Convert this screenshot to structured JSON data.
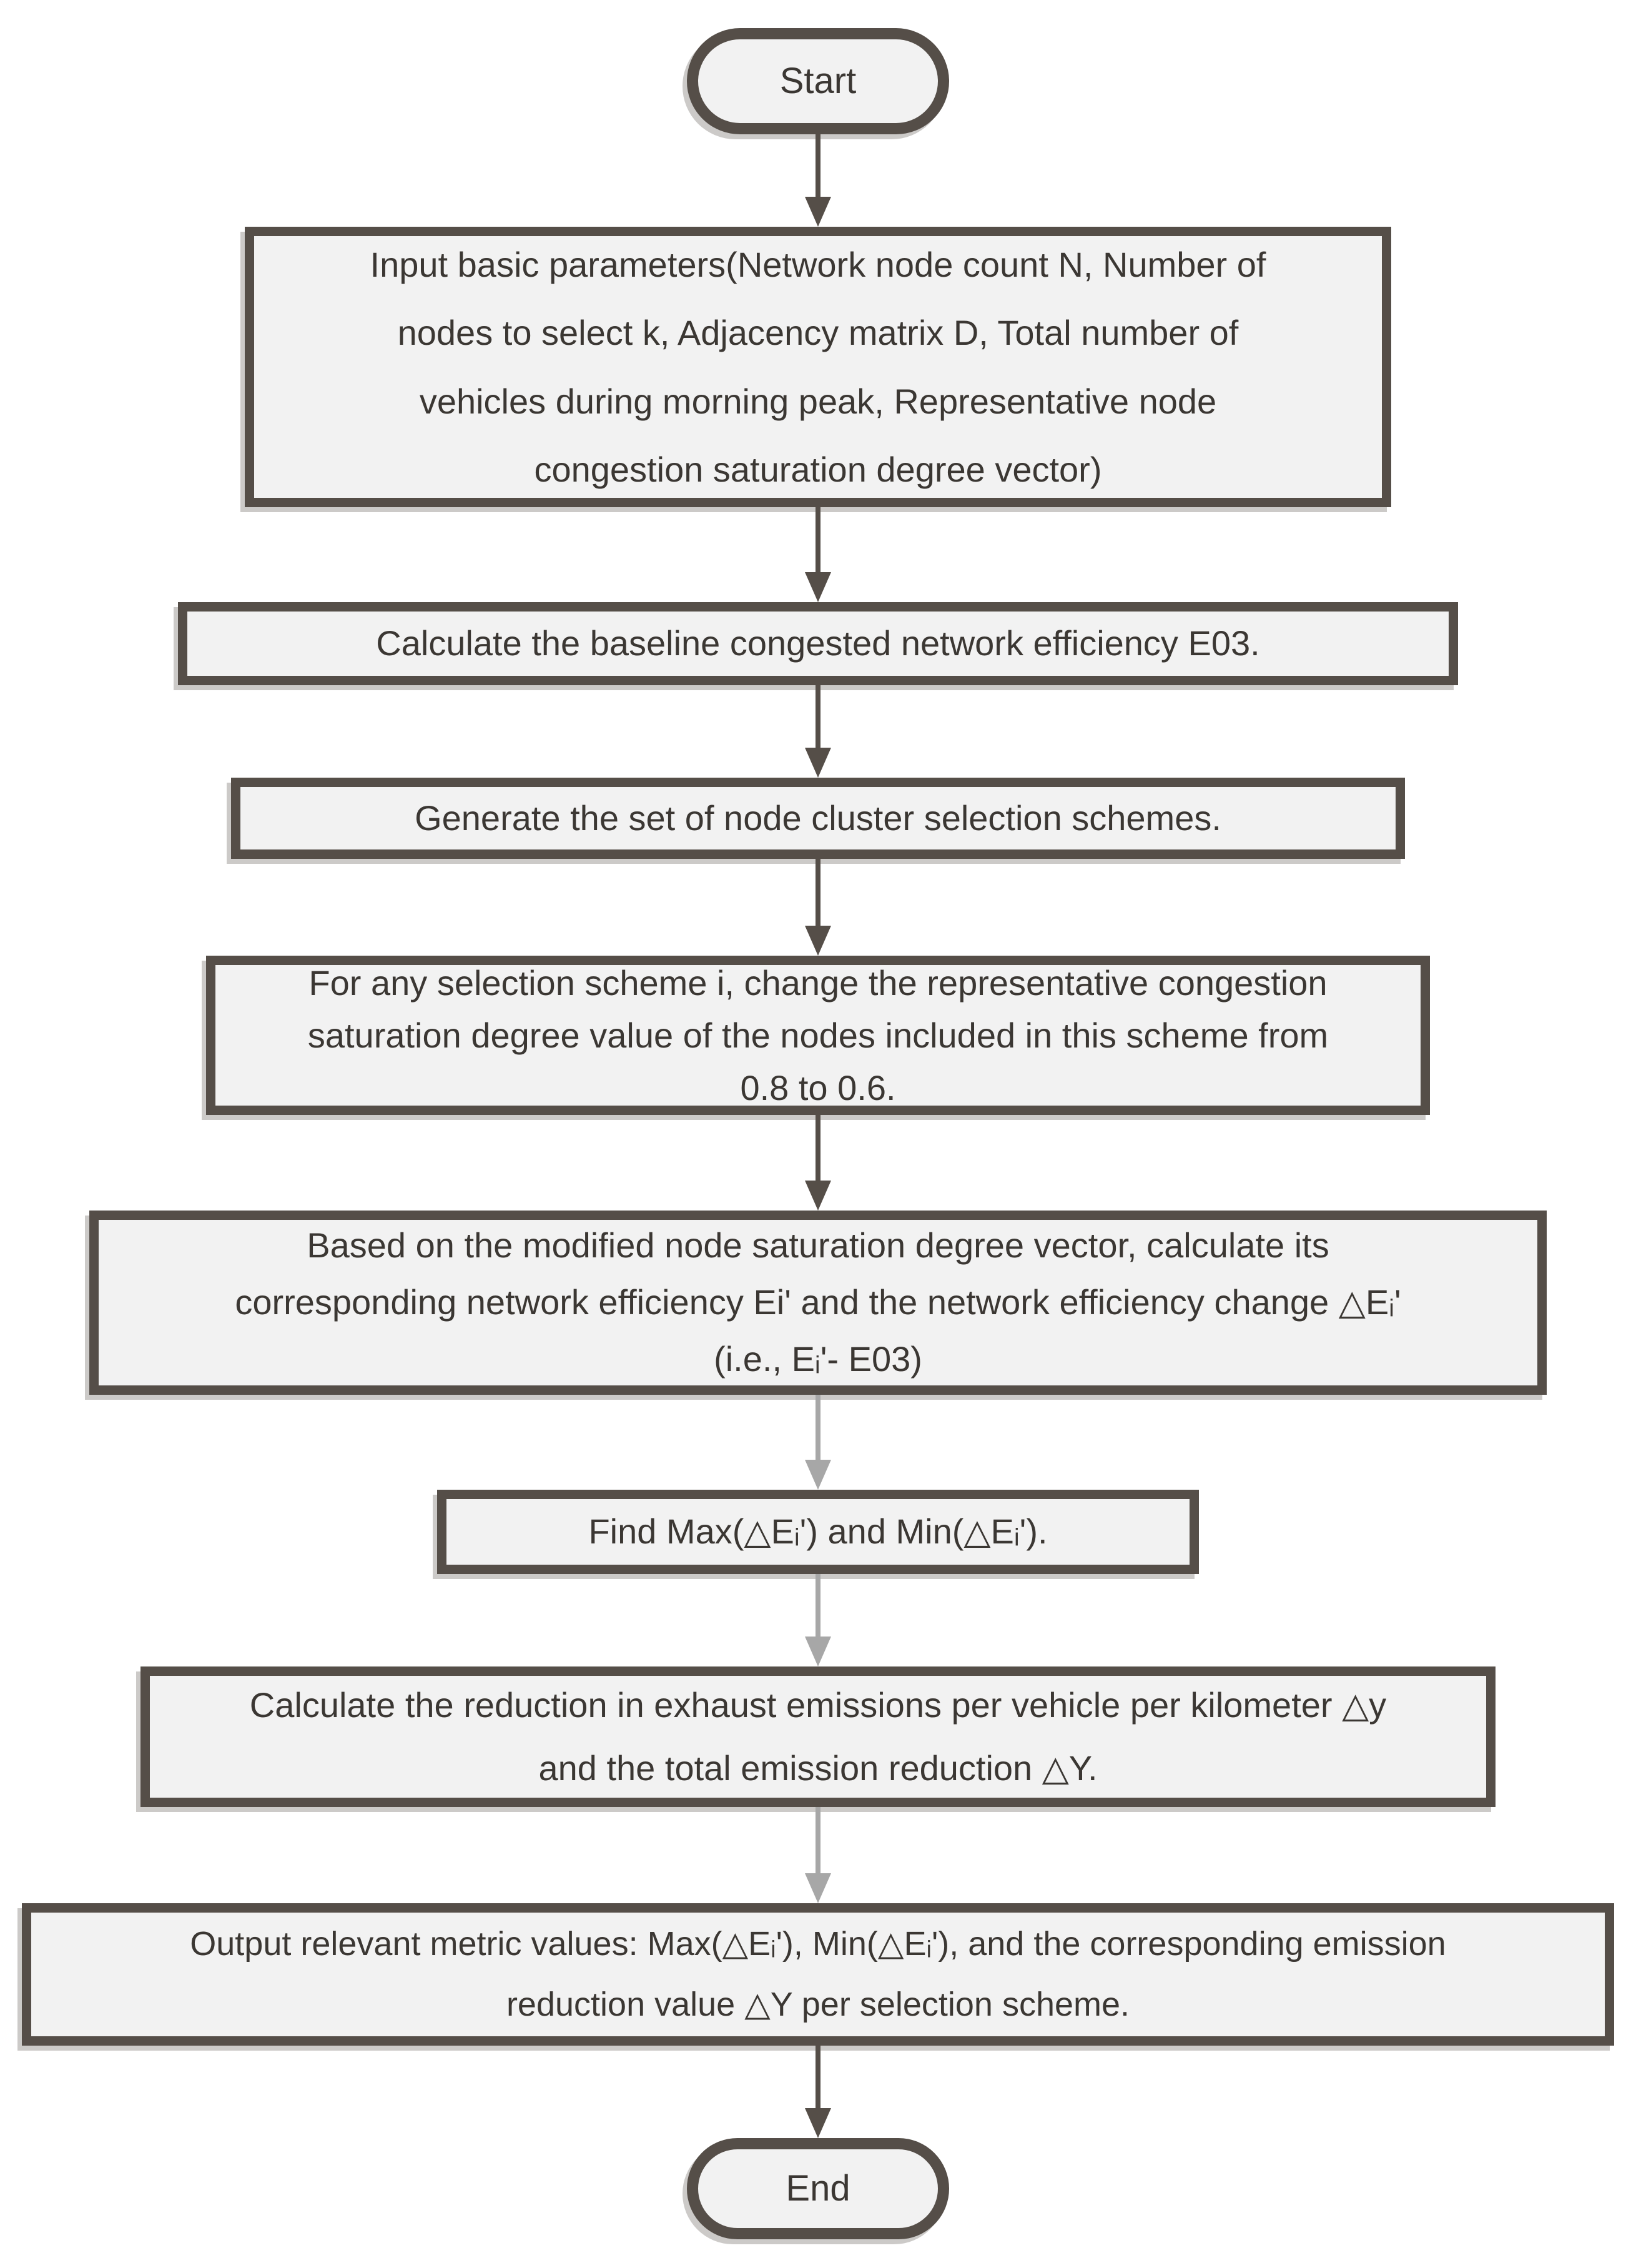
{
  "diagram_type": "flowchart",
  "colors": {
    "background": "#ffffff",
    "node_fill": "#f2f2f2",
    "node_border": "#554e48",
    "arrow_dark": "#554e48",
    "arrow_gray": "#a7a7a7",
    "text": "#3b3733"
  },
  "nodes": {
    "start": {
      "type": "terminal",
      "label": "Start"
    },
    "input": {
      "type": "process",
      "label": "Input basic parameters(Network node count N, Number of\nnodes to select k, Adjacency matrix D, Total number of\nvehicles during morning peak, Representative node\ncongestion saturation degree vector)"
    },
    "baseline": {
      "type": "process",
      "label": "Calculate the baseline congested network efficiency E03."
    },
    "generate": {
      "type": "process",
      "label": "Generate the set of node cluster selection schemes."
    },
    "modify": {
      "type": "process",
      "label": "For any selection scheme i, change the representative congestion\nsaturation degree value of the nodes included in this scheme from\n0.8 to 0.6."
    },
    "efficiency": {
      "type": "process",
      "label": "Based on the modified node saturation degree vector, calculate its\ncorresponding network efficiency Ei' and the network efficiency change △Eᵢ'\n(i.e., Eᵢ'- E03)"
    },
    "findmaxmin": {
      "type": "process",
      "label": "Find Max(△Eᵢ') and Min(△Eᵢ')."
    },
    "emission": {
      "type": "process",
      "label": "Calculate the reduction in exhaust emissions per vehicle per kilometer △y\nand the total emission reduction △Y."
    },
    "output": {
      "type": "process",
      "label": "Output relevant metric values: Max(△Eᵢ'), Min(△Eᵢ'), and the corresponding emission\nreduction value △Y per selection scheme."
    },
    "end": {
      "type": "terminal",
      "label": "End"
    }
  },
  "arrows": [
    {
      "from": "start",
      "to": "input",
      "color": "dark"
    },
    {
      "from": "input",
      "to": "baseline",
      "color": "dark"
    },
    {
      "from": "baseline",
      "to": "generate",
      "color": "dark"
    },
    {
      "from": "generate",
      "to": "modify",
      "color": "dark"
    },
    {
      "from": "modify",
      "to": "efficiency",
      "color": "dark"
    },
    {
      "from": "efficiency",
      "to": "findmaxmin",
      "color": "gray"
    },
    {
      "from": "findmaxmin",
      "to": "emission",
      "color": "gray"
    },
    {
      "from": "emission",
      "to": "output",
      "color": "gray"
    },
    {
      "from": "output",
      "to": "end",
      "color": "dark"
    }
  ]
}
